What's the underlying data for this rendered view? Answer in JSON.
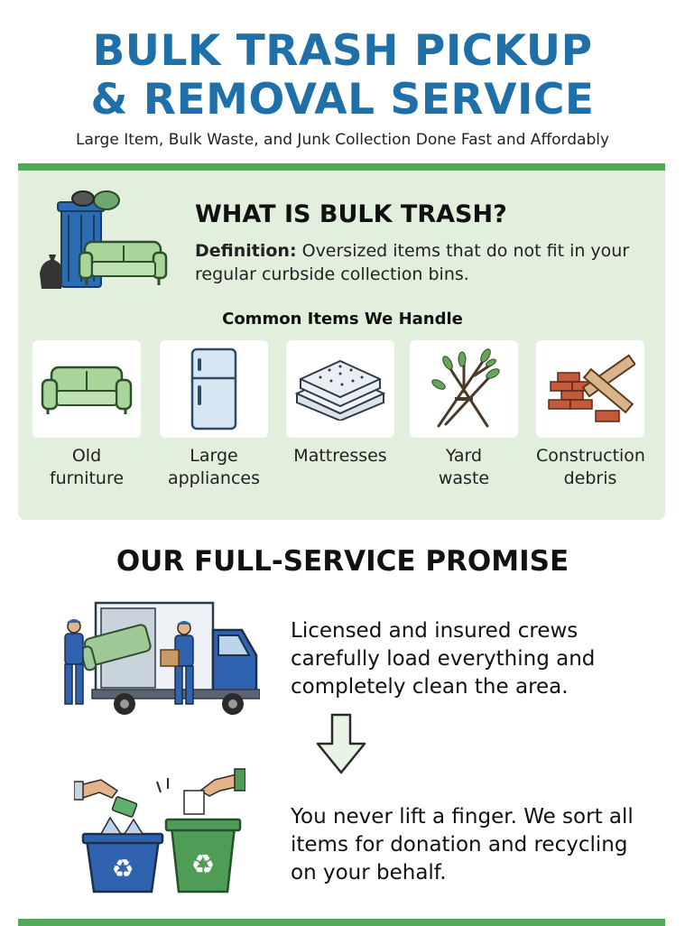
{
  "header": {
    "title_line1": "BULK TRASH PICKUP",
    "title_line2": "& REMOVAL SERVICE",
    "subtitle": "Large Item, Bulk Waste, and Junk Collection Done Fast and Affordably"
  },
  "what_is": {
    "title": "WHAT IS BULK TRASH?",
    "definition_label": "Definition:",
    "definition_text": "Oversized items that do not fit in your regular curbside collection bins.",
    "icon": "trash-can-couch-icon"
  },
  "common_items": {
    "heading": "Common Items We Handle",
    "items": [
      {
        "line1": "Old",
        "line2": "furniture",
        "icon": "couch-icon"
      },
      {
        "line1": "Large",
        "line2": "appliances",
        "icon": "refrigerator-icon"
      },
      {
        "line1": "Mattresses",
        "line2": "",
        "icon": "mattress-icon"
      },
      {
        "line1": "Yard",
        "line2": "waste",
        "icon": "branches-icon"
      },
      {
        "line1": "Construction",
        "line2": "debris",
        "icon": "bricks-wood-icon"
      }
    ]
  },
  "promise": {
    "title": "OUR FULL-SERVICE PROMISE",
    "step1": "Licensed and insured crews carefully load everything and completely clean the area.",
    "step2": "You never lift a finger. We sort all items for donation and recycling on your behalf.",
    "step1_icon": "moving-truck-crew-icon",
    "arrow_icon": "down-arrow-icon",
    "step2_icon": "recycling-bins-icon"
  },
  "colors": {
    "title_blue": "#1f6fa8",
    "accent_green": "#52a95a",
    "panel_green": "#e2efdd"
  }
}
